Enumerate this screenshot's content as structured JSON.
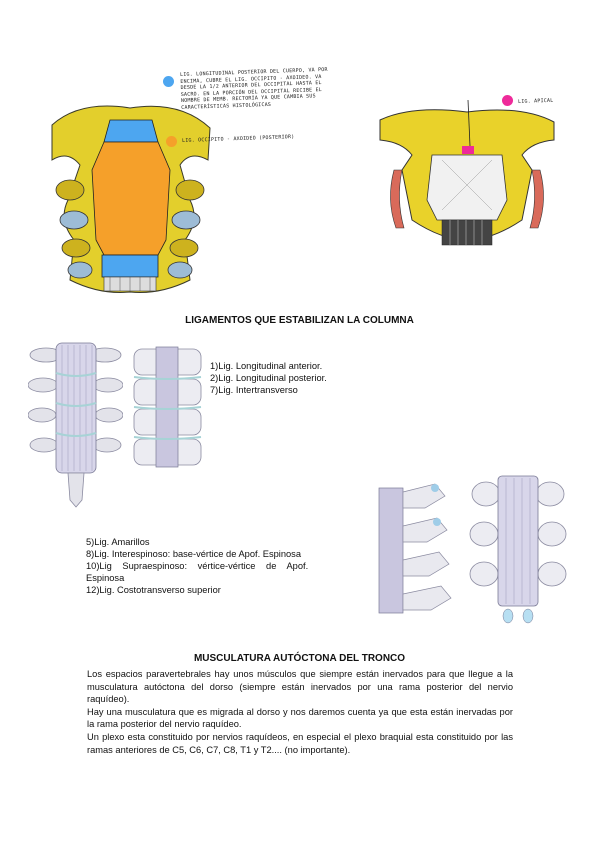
{
  "figure_top_left": {
    "legend": [
      {
        "color": "#4da6f0",
        "text": "LIG. LONGITUDINAL POSTERIOR DEL CUERPO, VA POR ENCIMA, CUBRE EL LIG. OCCIPITO - AXOIDEO. VA DESDE LA 1/2 ANTERIOR DEL OCCIPITAL HASTA EL SACRO. EN LA PORCIÓN DEL OCCIPITAL RECIBE EL NOMBRE DE MEMB. RECTORIA YA QUE CAMBIA SUS CARACTERÍSTICAS HISTOLÓGICAS"
      },
      {
        "color": "#f5a02a",
        "text": "LIG. OCCIPITO - AXOIDEO (POSTERIOR)"
      }
    ]
  },
  "figure_top_right": {
    "legend": [
      {
        "color": "#ee2a9a",
        "text": "LIG. APICAL"
      }
    ]
  },
  "section1": {
    "title": "LIGAMENTOS QUE ESTABILIZAN LA COLUMNA",
    "list_a": [
      "1)Lig. Longitudinal anterior.",
      "2)Lig. Longitudinal posterior.",
      "7)Lig. Intertransverso"
    ],
    "list_b": [
      "5)Lig. Amarillos",
      "8)Lig. Interespinoso: base-vértice de Apof. Espinosa",
      "10)Lig Supraespinoso: vértice-vértice de Apof.",
      "Espinosa",
      "12)Lig. Costotransverso superior"
    ]
  },
  "section2": {
    "title": "MUSCULATURA AUTÓCTONA DEL TRONCO",
    "paragraphs": [
      "Los espacios paravertebrales hay unos músculos que siempre están inervados para que llegue a la musculatura autóctona del dorso (siempre están inervados por una rama posterior del nervio raquídeo).",
      "Hay una musculatura que es migrada al dorso y nos daremos cuenta ya que esta están inervadas por la rama posterior del nervio raquídeo.",
      "Un plexo esta constituido por nervios raquídeos, en especial el plexo braquial esta constituido por las ramas anteriores de C5, C6, C7, C8, T1 y T2.... (no importante)."
    ]
  },
  "colors": {
    "bone_yellow": "#e9d22a",
    "ligament_blue": "#4da6f0",
    "ligament_orange": "#f5a02a",
    "ligament_pink": "#ee2a9a",
    "vertebra_grey": "#e3e3ea",
    "ligament_lilac": "#c9c6df"
  }
}
